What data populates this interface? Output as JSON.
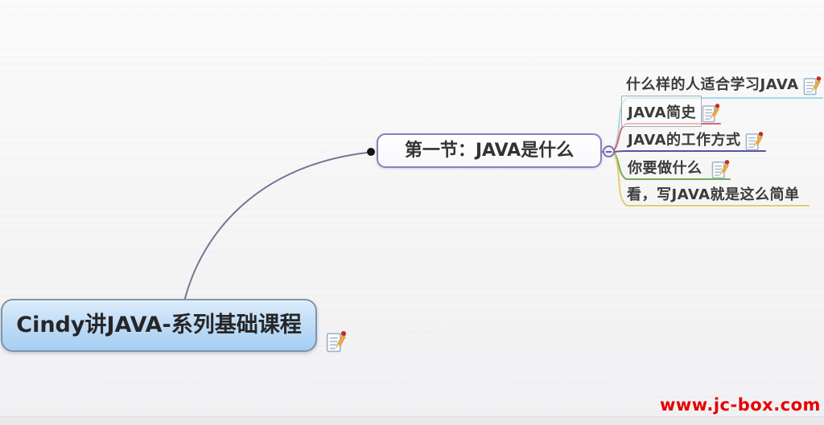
{
  "mindmap": {
    "root": {
      "label": "Cindy讲JAVA-系列基础课程",
      "has_note": true
    },
    "central": {
      "label": "第一节：JAVA是什么",
      "collapse_state": "expanded",
      "collapse_glyph": "minus"
    },
    "branches": [
      {
        "label": "什么样的人适合学习JAVA",
        "has_note": true,
        "selected": false
      },
      {
        "label": "JAVA简史",
        "has_note": true,
        "selected": true
      },
      {
        "label": "JAVA的工作方式",
        "has_note": true,
        "selected": false
      },
      {
        "label": "你要做什么",
        "has_note": true,
        "selected": false
      },
      {
        "label": "看，写JAVA就是这么简单",
        "has_note": false,
        "selected": false
      }
    ]
  },
  "watermark": {
    "text": "www.jc-box.com",
    "color": "#e60000"
  },
  "colors": {
    "root_border": "#7f93a8",
    "root_fill_top": "#dcecfb",
    "root_fill_bottom": "#a5cef2",
    "central_border": "#8b80b8",
    "connector": "#7b7398",
    "collapse_border": "#7d6fae",
    "branch_lines": [
      "#a6d8e6",
      "#d8696a",
      "#5b4fa0",
      "#71ae50",
      "#e2cd6c"
    ]
  }
}
